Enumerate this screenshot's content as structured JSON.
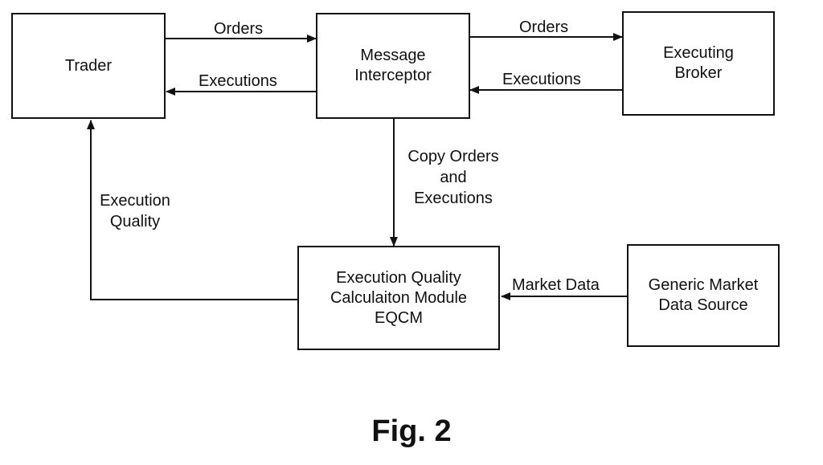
{
  "nodes": {
    "trader": "Trader",
    "message_interceptor": "Message\nInterceptor",
    "executing_broker": "Executing\nBroker",
    "eqcm": "Execution Quality\nCalculaiton Module\nEQCM",
    "market_data_source": "Generic Market\nData Source"
  },
  "edges": {
    "trader_to_interceptor": "Orders",
    "interceptor_to_trader": "Executions",
    "interceptor_to_broker": "Orders",
    "broker_to_interceptor": "Executions",
    "interceptor_to_eqcm": "Copy Orders\nand\nExecutions",
    "eqcm_to_trader": "Execution\nQuality",
    "source_to_eqcm": "Market Data"
  },
  "caption": "Fig. 2",
  "colors": {
    "line": "#111111",
    "background": "#ffffff"
  }
}
